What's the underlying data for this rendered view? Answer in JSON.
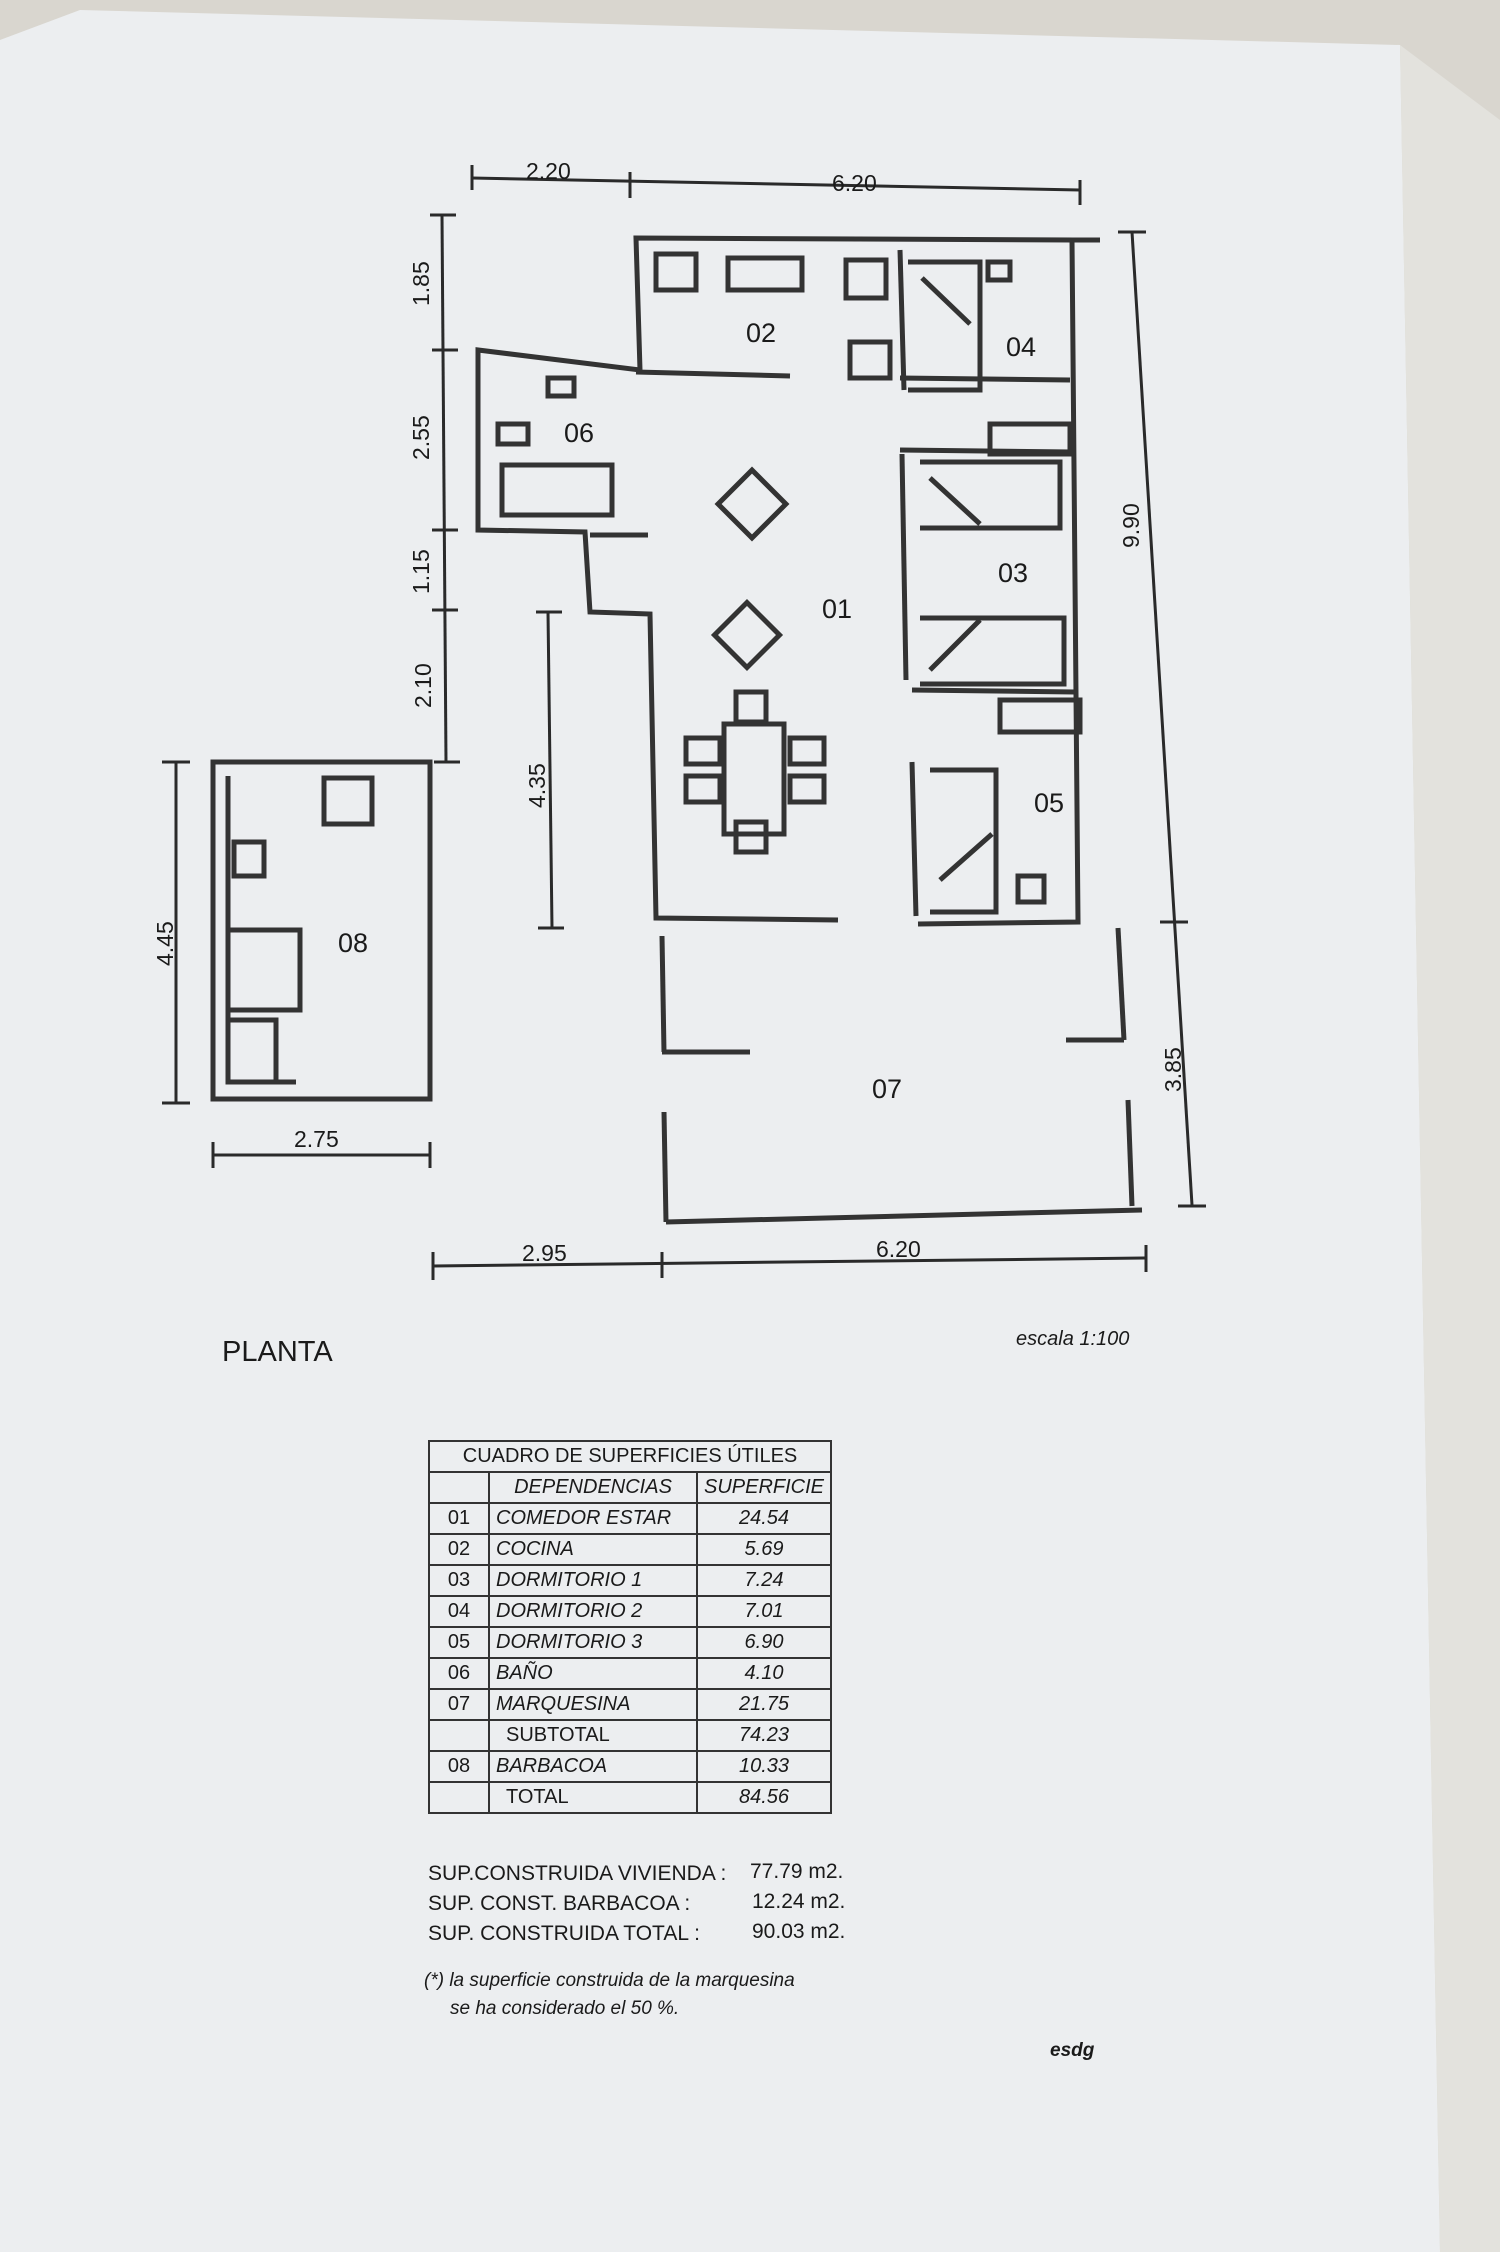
{
  "plan": {
    "title": "PLANTA",
    "scale": "escala 1:100",
    "dimensions": {
      "top_left": "2.20",
      "top_right": "6.20",
      "right_main": "9.90",
      "right_porch": "3.85",
      "left_1": "1.85",
      "left_2": "2.55",
      "left_3": "1.15",
      "left_4": "2.10",
      "inner_left": "4.35",
      "bbq_height": "4.45",
      "bbq_width": "2.75",
      "bottom_left": "2.95",
      "bottom_right": "6.20"
    },
    "rooms": {
      "r01": "01",
      "r02": "02",
      "r03": "03",
      "r04": "04",
      "r05": "05",
      "r06": "06",
      "r07": "07",
      "r08": "08"
    }
  },
  "table": {
    "title": "CUADRO DE SUPERFICIES ÚTILES",
    "col_name": "DEPENDENCIAS",
    "col_value": "SUPERFICIE",
    "rows": [
      {
        "num": "01",
        "name": "COMEDOR ESTAR",
        "value": "24.54"
      },
      {
        "num": "02",
        "name": "COCINA",
        "value": "5.69"
      },
      {
        "num": "03",
        "name": "DORMITORIO 1",
        "value": "7.24"
      },
      {
        "num": "04",
        "name": "DORMITORIO 2",
        "value": "7.01"
      },
      {
        "num": "05",
        "name": "DORMITORIO 3",
        "value": "6.90"
      },
      {
        "num": "06",
        "name": "BAÑO",
        "value": "4.10"
      },
      {
        "num": "07",
        "name": "MARQUESINA",
        "value": "21.75"
      },
      {
        "num": "",
        "name": "SUBTOTAL",
        "value": "74.23"
      },
      {
        "num": "08",
        "name": "BARBACOA",
        "value": "10.33"
      },
      {
        "num": "",
        "name": "TOTAL",
        "value": "84.56"
      }
    ]
  },
  "summary": {
    "vivienda_label": "SUP.CONSTRUIDA VIVIENDA :",
    "vivienda_value": "77.79 m2.",
    "barbacoa_label": "SUP. CONST. BARBACOA :",
    "barbacoa_value": "12.24 m2.",
    "total_label": "SUP. CONSTRUIDA TOTAL :",
    "total_value": "90.03 m2."
  },
  "note": {
    "line1": "(*) la superficie construida de la marquesina",
    "line2": "se ha considerado el 50 %."
  },
  "stamp": "esdg"
}
